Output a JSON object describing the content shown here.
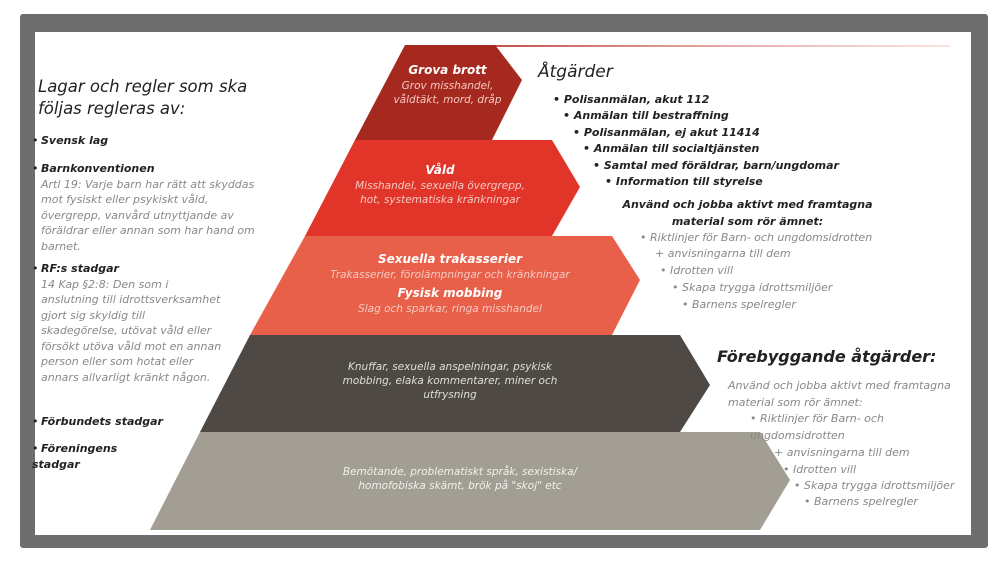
{
  "left": {
    "heading": "Lagar och regler som ska följas regleras av:",
    "items": [
      {
        "title": "Svensk lag"
      },
      {
        "title": "Barnkonventionen",
        "text": "Artl 19: Varje barn har rätt att skyddas mot fysiskt eller psykiskt våld, övergrepp, vanvård utnyttjande av föräldrar eller annan som har hand om barnet."
      },
      {
        "title": "RF:s stadgar",
        "text": "14 Kap §2:8: Den som i anslutning till idrottsverksamhet gjort sig skyldig till skadegörelse, utövat våld eller försökt utöva våld mot en annan person eller som hotat eller annars allvarligt kränkt någon."
      },
      {
        "title": "Förbundets stadgar"
      },
      {
        "title": "Föreningens stadgar"
      }
    ]
  },
  "pyramid": [
    {
      "title": "Grova brott",
      "desc": "Grov misshandel, våldtäkt, mord, dråp",
      "color": "#a5291f"
    },
    {
      "title": "Våld",
      "desc": "Misshandel, sexuella övergrepp, hot, systematiska kränkningar",
      "color": "#e2352a"
    },
    {
      "title": "Sexuella trakasserier",
      "desc": "Trakasserier, förolämpningar och kränkningar",
      "title2": "Fysisk mobbing",
      "desc2": "Slag och sparkar, ringa misshandel",
      "color": "#e8604a"
    },
    {
      "desc": "Knuffar, sexuella anspelningar, psykisk mobbing, elaka kommentarer, miner och utfrysning",
      "color": "#4e4944"
    },
    {
      "desc": "Bemötande, problematiskt språk, sexistiska/ homofobiska skämt, brök på \"skoj\" etc",
      "color": "#a39e94"
    }
  ],
  "actions": {
    "heading": "Åtgärder",
    "items": [
      "Polisanmälan, akut 112",
      "Anmälan till bestraffning",
      "Polisanmälan, ej akut 11414",
      "Anmälan till socialtjänsten",
      "Samtal med föräldrar, barn/ungdomar",
      "Information till styrelse"
    ],
    "material_heading": "Använd och jobba aktivt med framtagna material som rör ämnet:",
    "material": [
      "Riktlinjer för Barn- och ungdomsidrotten",
      "+ anvisningarna till dem",
      "Idrotten vill",
      "Skapa trygga idrottsmiljöer",
      "Barnens spelregler"
    ]
  },
  "prevention": {
    "heading": "Förebyggande åtgärder:",
    "intro": "Använd och jobba aktivt med framtagna material som rör ämnet:",
    "items": [
      "Riktlinjer för Barn- och ungdomsidrotten",
      "+ anvisningarna till dem",
      "Idrotten vill",
      "Skapa trygga idrottsmiljöer",
      "Barnens spelregler"
    ]
  }
}
